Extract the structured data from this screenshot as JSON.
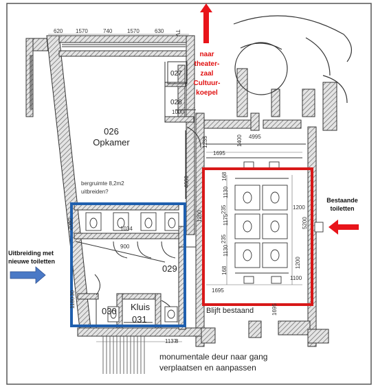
{
  "colors": {
    "wall": "#4a4a4a",
    "hatch": "#7a7a7a",
    "red_arrow": "#e8141a",
    "red_frame": "#d81818",
    "blue_frame": "#1f5fae",
    "blue_arrow": "#4a79c6",
    "frame": "#555555"
  },
  "dimensions_top": [
    "620",
    "1570",
    "740",
    "1570",
    "630"
  ],
  "rooms": {
    "r026_number": "026",
    "r026_name": "Opkamer",
    "r027": "027",
    "r028": "028",
    "r028_dim": "1000",
    "r029": "029",
    "r030": "030",
    "r031_name": "Kluis",
    "r031_number": "031",
    "storage_line1": "bergruimte 8,2m2",
    "storage_line2": "uitbreiden?"
  },
  "dimensions": {
    "d1695_top": "1695",
    "d4995": "4995",
    "d1235": "1235",
    "d1400": "1400",
    "d4660": "4660",
    "d1034": "1034",
    "d900": "900",
    "d2060": "2060",
    "d1180": "1180",
    "d30": "30",
    "d1137": "1137",
    "d168": "168",
    "d1130a": "1130",
    "d1175": "1175",
    "d1130b": "1130",
    "d168b": "168",
    "d1200": "1200",
    "d5200": "5200",
    "d1100": "1100",
    "d1695_bottom": "1695",
    "d1200_side": "1200",
    "d1695_side": "1695",
    "d1200_left": "1200",
    "d235": "235",
    "d235b": "235",
    "tv": "TV",
    "d8": "8"
  },
  "labels": {
    "theater_lines": [
      "naar",
      "theater-",
      "zaal",
      "Cultuur-",
      "koepel"
    ],
    "existing_toilets_lines": [
      "Bestaande",
      "toiletten"
    ],
    "extension_lines": [
      "Uitbreiding met",
      "nieuwe toiletten"
    ],
    "remains": "Blijft bestaand",
    "door_note_lines": [
      "monumentale deur naar gang",
      "verplaatsen en aanpassen"
    ]
  }
}
